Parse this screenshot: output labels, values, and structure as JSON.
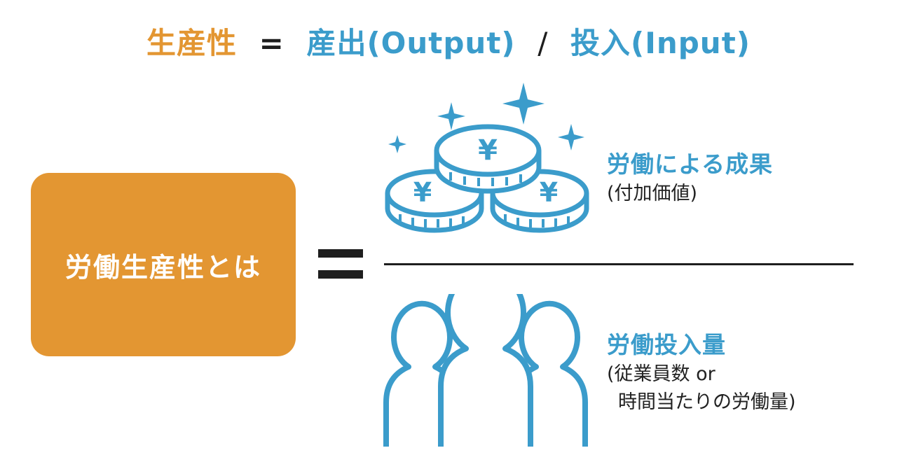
{
  "colors": {
    "accent_orange": "#e39632",
    "accent_blue": "#3b9ccb",
    "text_dark": "#1e1e1e"
  },
  "formula": {
    "term_productivity": "生産性",
    "equals": "=",
    "term_output": "産出(Output)",
    "divide": "/",
    "term_input": "投入(Input)"
  },
  "main": {
    "box_label": "労働生産性とは",
    "numerator": {
      "icon": "yen-coins-icon",
      "title": "労働による成果",
      "subtitle": "(付加価値)"
    },
    "denominator": {
      "icon": "people-group-icon",
      "title": "労働投入量",
      "subtitle_line1": "(従業員数 or",
      "subtitle_line2": "時間当たりの労働量)"
    }
  }
}
